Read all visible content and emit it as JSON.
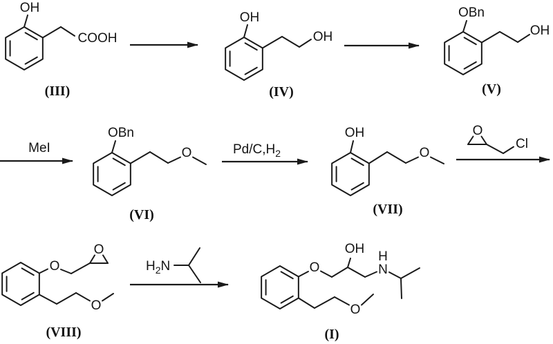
{
  "compounds": {
    "iii": {
      "caption": "(III)",
      "oh": "OH",
      "cooh": "COOH"
    },
    "iv": {
      "caption": "(IV)",
      "oh_ring": "OH",
      "oh_chain": "OH"
    },
    "v": {
      "caption": "(V)",
      "obn": "OBn",
      "oh": "OH"
    },
    "vi": {
      "caption": "(VI)",
      "obn": "OBn",
      "o_methyl": "O"
    },
    "vii": {
      "caption": "(VII)",
      "oh": "OH",
      "o_methyl": "O"
    },
    "viii": {
      "caption": "(VIII)",
      "o_aryl": "O",
      "o_epoxide": "O",
      "o_methyl": "O"
    },
    "i": {
      "caption": "(I)",
      "o_aryl": "O",
      "oh": "OH",
      "nh_h": "H",
      "nh_n": "N",
      "o_methyl": "O"
    }
  },
  "reagents": {
    "mei": "MeI",
    "pd_c_h": "Pd/C,H",
    "pd_c_h_sub": "2",
    "epi_o": "O",
    "epi_cl": "Cl",
    "amine_h": "H",
    "amine_h_sub": "2",
    "amine_n": "N"
  },
  "colors": {
    "ink": "#1a1a1a",
    "background": "#ffffff"
  }
}
